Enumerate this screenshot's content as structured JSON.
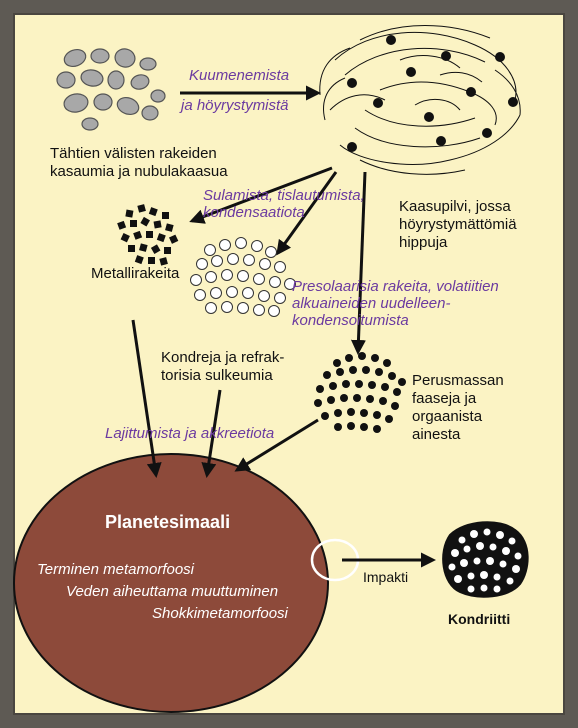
{
  "colors": {
    "frame": "#5e5a54",
    "panel": "#fbf3c4",
    "planetesimal": "#8d4a3a",
    "process_text": "#6b3aa0",
    "grains": "#a8a8a8"
  },
  "nodes": {
    "interstellar": "Tähtien välisten rakeiden\nkasaumia ja nubulakaasua",
    "gas_cloud": "Kaasupilvi, jossa\nhöyrystymättömiä\nhippuja",
    "metal": "Metallirakeita",
    "chondrules": "Kondreja ja refrak-\ntorisia sulkeumia",
    "matrix": "Perusmassan\nfaaseja ja\norgaanista\nainesta",
    "chondrite": "Kondriitti"
  },
  "processes": {
    "heating_1": "Kuumenemista",
    "heating_2": "ja höyrystymistä",
    "melting": "Sulamista, tislautumista,\nkondensaatiota",
    "presolar": "Presolaarisia rakeita, volatiitien\nalkuaineiden uudelleen-\nkondensoitumista",
    "sorting": "Lajittumista ja akkreetiota",
    "impact": "Impakti"
  },
  "planetesimal": {
    "title": "Planetesimaali",
    "lines": [
      "Terminen metamorfoosi",
      "Veden aiheuttama muuttuminen",
      "Shokkimetamorfoosi"
    ]
  }
}
